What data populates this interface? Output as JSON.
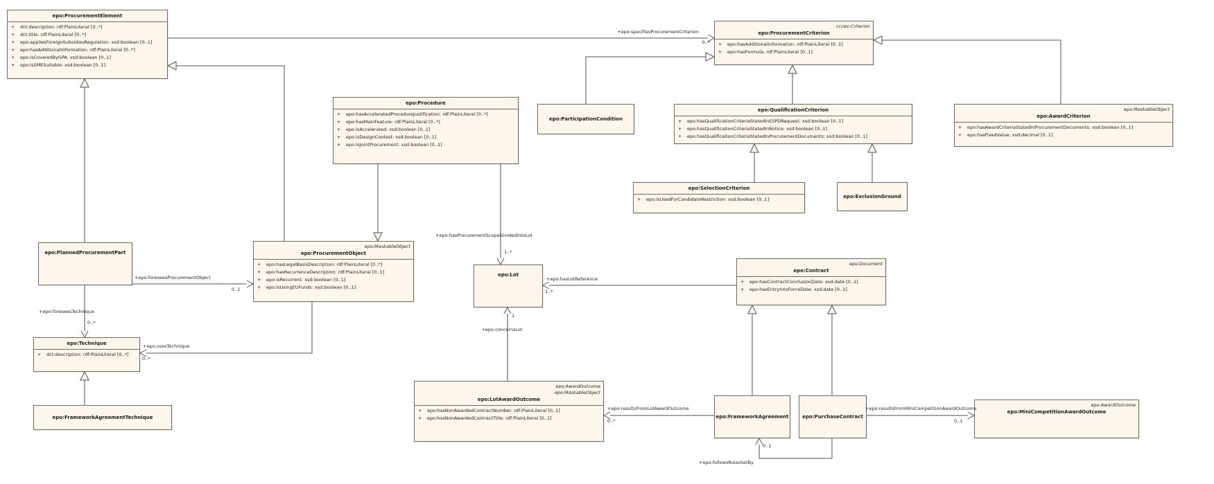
{
  "ui": {
    "plus": "+"
  },
  "colors": {
    "box-fill": "#fdf6ec",
    "box-border": "#6e6a5e",
    "line": "#4f4f4f",
    "text": "#1a1a1a"
  },
  "classes": [
    {
      "title": "epo:ProcurementElement",
      "stereotypes": [],
      "attributes": [
        "dct:description: rdf:PlainLiteral [0..*]",
        "dct:title: rdf:PlainLiteral [0..*]",
        "epo:appliesForeignSubsidiesRegulation: xsd:boolean [0..1]",
        "epo:hasAdditionalInformation: rdf:PlainLiteral [0..*]",
        "epo:isCoveredByGPA: xsd:boolean [0..1]",
        "epo:isSMESuitable: xsd:boolean [0..1]"
      ]
    },
    {
      "title": "epo:ProcurementCriterion",
      "stereotypes": [
        "cccev:Criterion"
      ],
      "attributes": [
        "epo:hasAdditionalInformation: rdf:PlainLiteral [0..1]",
        "epo:hasFormula: rdf:PlainLiteral [0..1]"
      ]
    },
    {
      "title": "epo:Procedure",
      "stereotypes": [],
      "attributes": [
        "epo:hasAcceleratedProcedureJustification: rdf:PlainLiteral [0..*]",
        "epo:hasMainFeature: rdf:PlainLiteral [0..*]",
        "epo:isAccelerated: xsd:boolean [0..1]",
        "epo:isDesignContest: xsd:boolean [0..1]",
        "epo:isJointProcurement: xsd:boolean [0..1]"
      ]
    },
    {
      "title": "epo:ParticipationCondition",
      "stereotypes": [],
      "attributes": []
    },
    {
      "title": "epo:QualificationCriterion",
      "stereotypes": [],
      "attributes": [
        "epo:hasQualificationCriteriaStatedInESPDRequest: xsd:boolean [0..1]",
        "epo:hasQualificationCriteriaStatedInNotice: xsd:boolean [0..1]",
        "epo:hasQualificationCriteriaStatedInProcurementDocuments: xsd:boolean [0..1]"
      ]
    },
    {
      "title": "epo:AwardCriterion",
      "stereotypes": [
        "epo:MaskableObject"
      ],
      "attributes": [
        "epo:hasAwardCriteriaStatedInProcurementDocuments: xsd:boolean [0..1]",
        "epo:hasFixedValue: xsd:decimal [0..1]"
      ]
    },
    {
      "title": "epo:SelectionCriterion",
      "stereotypes": [],
      "attributes": [
        "epo:isUsedForCandidateRestriction: xsd:boolean [0..1]"
      ]
    },
    {
      "title": "epo:ExclusionGround",
      "stereotypes": [],
      "attributes": []
    },
    {
      "title": "epo:ProcurementObject",
      "stereotypes": [
        "epo:MaskableObject"
      ],
      "attributes": [
        "epo:hasLegalBasisDescription: rdf:PlainLiteral [0..*]",
        "epo:hasRecurrenceDescription: rdf:PlainLiteral [0..1]",
        "epo:isRecurrent: xsd:boolean [0..1]",
        "epo:isUsingEUFunds: xsd:boolean [0..1]"
      ]
    },
    {
      "title": "epo:PlannedProcurementPart",
      "stereotypes": [],
      "attributes": []
    },
    {
      "title": "epo:Lot",
      "stereotypes": [],
      "attributes": []
    },
    {
      "title": "epo:Contract",
      "stereotypes": [
        "epo:Document"
      ],
      "attributes": [
        "epo:hasContractConclusionDate: xsd:date [0..1]",
        "epo:hasEntryIntoForceDate: xsd:date [0..1]"
      ]
    },
    {
      "title": "epo:Technique",
      "stereotypes": [],
      "attributes": [
        "dct:description: rdf:PlainLiteral [0..*]"
      ]
    },
    {
      "title": "epo:FrameworkAgreementTechnique",
      "stereotypes": [],
      "attributes": []
    },
    {
      "title": "epo:LotAwardOutcome",
      "stereotypes": [
        "epo:AwardOutcome",
        "epo:MaskableObject"
      ],
      "attributes": [
        "epo:hasNonAwardedContractNumber: rdf:PlainLiteral [0..1]",
        "epo:hasNonAwardedContractTitle: rdf:PlainLiteral [0..1]"
      ]
    },
    {
      "title": "epo:FrameworkAgreement",
      "stereotypes": [],
      "attributes": []
    },
    {
      "title": "epo:PurchaseContract",
      "stereotypes": [],
      "attributes": []
    },
    {
      "title": "epo:MiniCompetitionAwardOutcome",
      "stereotypes": [
        "epo:AwardOutcome"
      ],
      "attributes": []
    }
  ],
  "edges": [
    {
      "name": "specifiesProcurementCriterion",
      "label": "+epo:specifiesProcurementCriterion",
      "mult": "0..*"
    },
    {
      "name": "foreseesProcurementObject",
      "label": "+epo:foreseesProcurementObject",
      "mult": "0..1"
    },
    {
      "name": "foreseesTechnique",
      "label": "+epo:foreseesTechnique",
      "mult": "0..*"
    },
    {
      "name": "usesTechnique",
      "label": "+epo:usesTechnique",
      "mult": "0..*"
    },
    {
      "name": "hasProcurementScopeDividedIntoLot",
      "label": "+epo:hasProcurementScopeDividedIntoLot",
      "mult": "1..*"
    },
    {
      "name": "hasLotReference",
      "label": "+epo:hasLotReference",
      "mult": "1..*"
    },
    {
      "name": "concernsLot",
      "label": "+epo:concernsLot",
      "mult": "1"
    },
    {
      "name": "resultsFromLotAwardOutcome",
      "label": "+epo:resultsFromLotAwardOutcome",
      "mult": "0..*"
    },
    {
      "name": "resultsFromMiniCompetitionAwardOutcome",
      "label": "+epo:resultsFromMiniCompetitionAwardOutcome",
      "mult": "0..1"
    },
    {
      "name": "followsRulesSetBy",
      "label": "+epo:followsRulesSetBy",
      "mult": "0..1"
    }
  ]
}
